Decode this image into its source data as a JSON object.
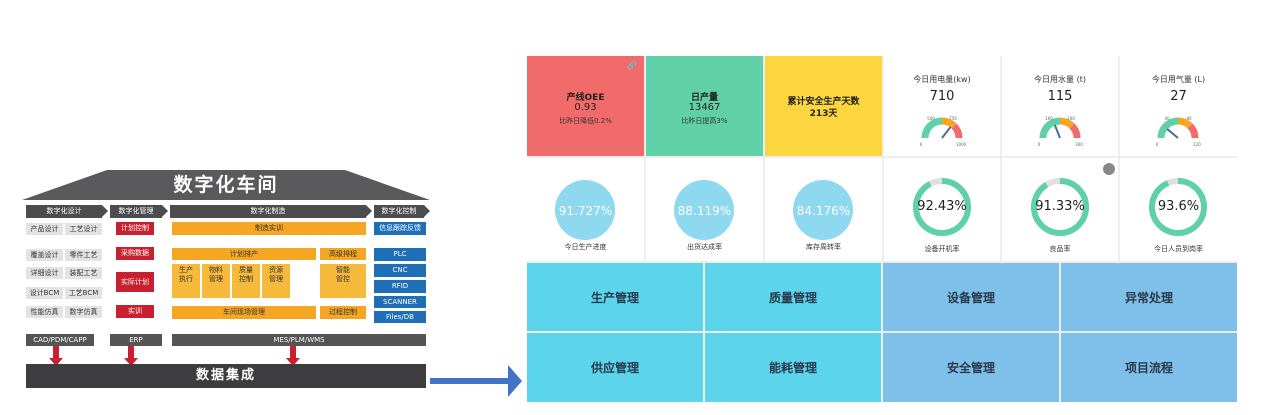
{
  "architecture": {
    "title": "数字化车间",
    "columns": [
      "数字化设计",
      "数字化管理",
      "数字化制造",
      "数字化控制"
    ],
    "design": {
      "rows": [
        [
          "产品设计",
          "工艺设计"
        ],
        [
          "覆盖设计",
          "零件工艺"
        ],
        [
          "详细设计",
          "装配工艺"
        ],
        [
          "设计BCM",
          "工艺BCM"
        ],
        [
          "性能仿真",
          "数字仿真"
        ]
      ]
    },
    "management": [
      "计划控制",
      "采购数据",
      "实际计划",
      "实训"
    ],
    "manufacturing": {
      "top": "制造实训",
      "plan": "计划排产",
      "side_top": "高级排程",
      "cells": [
        "生产\n执行",
        "物料\n管理",
        "质量\n控制",
        "资源\n管理",
        "智能\n管控"
      ],
      "bottom": "车间现场管理",
      "side_bottom": "过程控制"
    },
    "control": [
      "信息跟踪反馈",
      "PLC",
      "CNC",
      "RFID",
      "SCANNER",
      "Files/DB"
    ],
    "systems": [
      "CAD/PDM/CAPP",
      "ERP",
      "MES/PLM/WMS"
    ],
    "base": "数据集成"
  },
  "dashboard": {
    "kpis": [
      {
        "title": "产线OEE",
        "value": "0.93",
        "sub": "比昨日降低0.2%",
        "color": "#f26b6b"
      },
      {
        "title": "日产量",
        "value": "13467",
        "sub": "比昨日提高3%",
        "color": "#5fd0a8"
      },
      {
        "title": "累计安全生产天数",
        "value": "213天",
        "sub": "",
        "color": "#fcd63f"
      }
    ],
    "gauges": [
      {
        "title": "今日用电量(kw)",
        "value": "710",
        "ticks": [
          "0",
          "500",
          "750",
          "1000"
        ],
        "level": 0.71
      },
      {
        "title": "今日用水量 (t)",
        "value": "115",
        "ticks": [
          "0",
          "100",
          "200",
          "300"
        ],
        "level": 0.38
      },
      {
        "title": "今日用气量 (L)",
        "value": "27",
        "ticks": [
          "0",
          "40",
          "80",
          "120"
        ],
        "level": 0.22
      }
    ],
    "fills": [
      {
        "value": "91.727%",
        "label": "今日生产进度"
      },
      {
        "value": "88.119%",
        "label": "出货达成率"
      },
      {
        "value": "84.176%",
        "label": "库存周转率"
      }
    ],
    "rings": [
      {
        "value": "92.43%",
        "label": "设备开机率",
        "fraction": 0.9243
      },
      {
        "value": "91.33%",
        "label": "良品率",
        "fraction": 0.9133
      },
      {
        "value": "93.6%",
        "label": "今日人员到岗率",
        "fraction": 0.936
      }
    ],
    "nav": [
      [
        "生产管理",
        "质量管理",
        "设备管理",
        "异常处理"
      ],
      [
        "供应管理",
        "能耗管理",
        "安全管理",
        "项目流程"
      ]
    ],
    "colors": {
      "nav_cyan": "#5bd4ec",
      "nav_blue": "#7fc0ea",
      "fill_blue": "#8ed8f0",
      "ring_green": "#5fd0a8"
    }
  }
}
